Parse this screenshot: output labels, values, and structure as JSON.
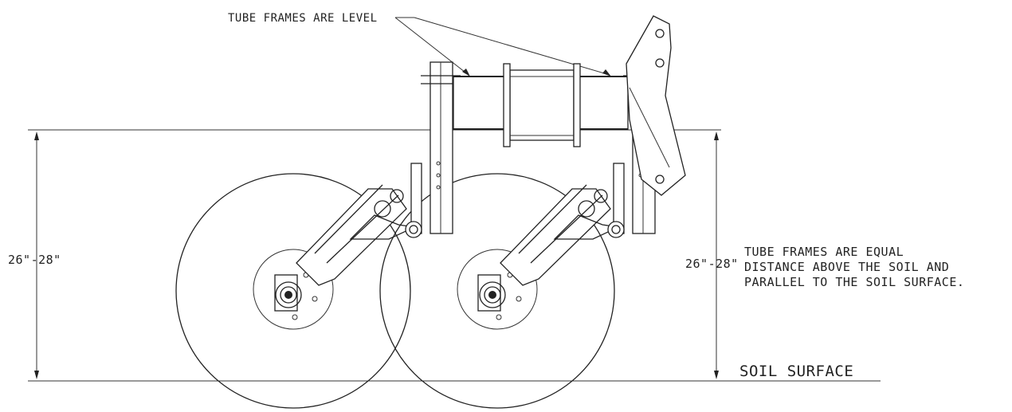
{
  "labels": {
    "tube_frames_level": "TUBE FRAMES ARE LEVEL",
    "dim_left": "26\"-28\"",
    "dim_right": "26\"-28\"",
    "note_line1": "TUBE FRAMES ARE EQUAL",
    "note_line2": "DISTANCE ABOVE THE SOIL AND",
    "note_line3": "PARALLEL TO THE SOIL SURFACE.",
    "soil_surface": "SOIL SURFACE"
  }
}
